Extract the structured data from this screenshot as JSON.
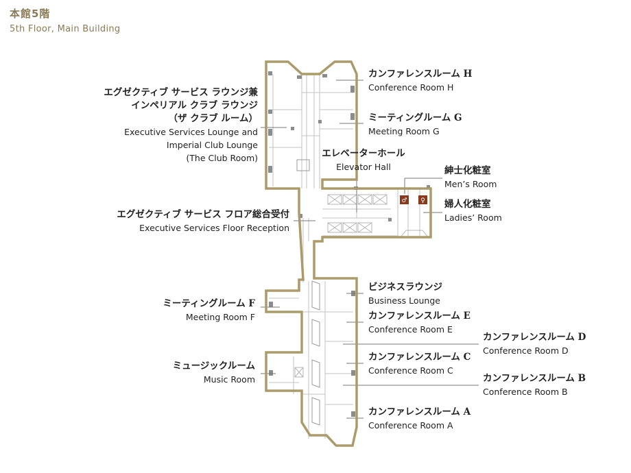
{
  "header": {
    "title": "本館5階",
    "subtitle": "5th Floor, Main Building"
  },
  "colors": {
    "wall": "#ab9a6a",
    "inner_line": "#c2c2c2",
    "room_mark": "#888888",
    "restroom_icon": "#8a3a1a"
  },
  "labels": {
    "conference_h": {
      "ja": "カンファレンスルーム H",
      "en": "Conference Room H"
    },
    "meeting_g": {
      "ja": "ミーティングルーム G",
      "en": "Meeting Room G"
    },
    "elevator_hall": {
      "ja": "エレベーターホール",
      "en": "Elevator Hall"
    },
    "mens_room": {
      "ja": "紳士化粧室",
      "en": "Men’s Room"
    },
    "ladies_room": {
      "ja": "婦人化粧室",
      "en": "Ladies’ Room"
    },
    "club_lounge": {
      "ja1": "エグゼクティブ サービス ラウンジ兼",
      "ja2": "インペリアル クラブ ラウンジ",
      "ja3": "（ザ クラブ ルーム）",
      "en1": "Executive Services Lounge and",
      "en2": "Imperial Club Lounge",
      "en3": "(The Club Room)"
    },
    "floor_reception": {
      "ja": "エグゼクティブ サービス フロア総合受付",
      "en": "Executive Services Floor Reception"
    },
    "meeting_f": {
      "ja": "ミーティングルーム F",
      "en": "Meeting Room F"
    },
    "music_room": {
      "ja": "ミュージックルーム",
      "en": "Music Room"
    },
    "business_lounge": {
      "ja": "ビジネスラウンジ",
      "en": "Business Lounge"
    },
    "conference_e": {
      "ja": "カンファレンスルーム E",
      "en": "Conference Room E"
    },
    "conference_d": {
      "ja": "カンファレンスルーム D",
      "en": "Conference Room D"
    },
    "conference_c": {
      "ja": "カンファレンスルーム C",
      "en": "Conference Room C"
    },
    "conference_b": {
      "ja": "カンファレンスルーム B",
      "en": "Conference Room B"
    },
    "conference_a": {
      "ja": "カンファレンスルーム A",
      "en": "Conference Room A"
    }
  }
}
